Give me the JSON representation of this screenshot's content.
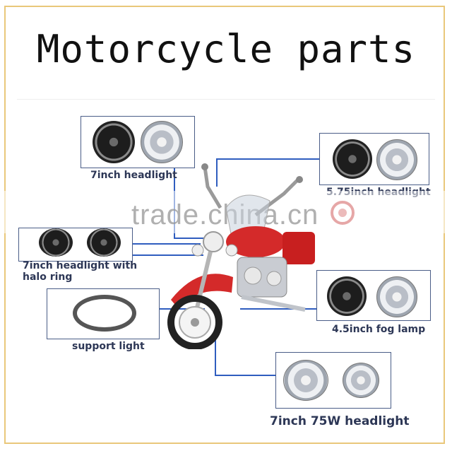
{
  "title": "Motorcycle parts",
  "watermark": "trade.china.cn",
  "parts": [
    {
      "label": "7inch headlight"
    },
    {
      "label": "5.75inch headlight"
    },
    {
      "label_line1": "7inch headlight with",
      "label_line2": "halo ring"
    },
    {
      "label": "support light"
    },
    {
      "label": "4.5inch fog lamp"
    },
    {
      "label": "7inch 75W headlight"
    }
  ],
  "colors": {
    "accent_line": "#2f5dbf",
    "panel_border": "#4a5d87",
    "frame": "#e9c77a",
    "bike_red": "#d42a2a"
  }
}
